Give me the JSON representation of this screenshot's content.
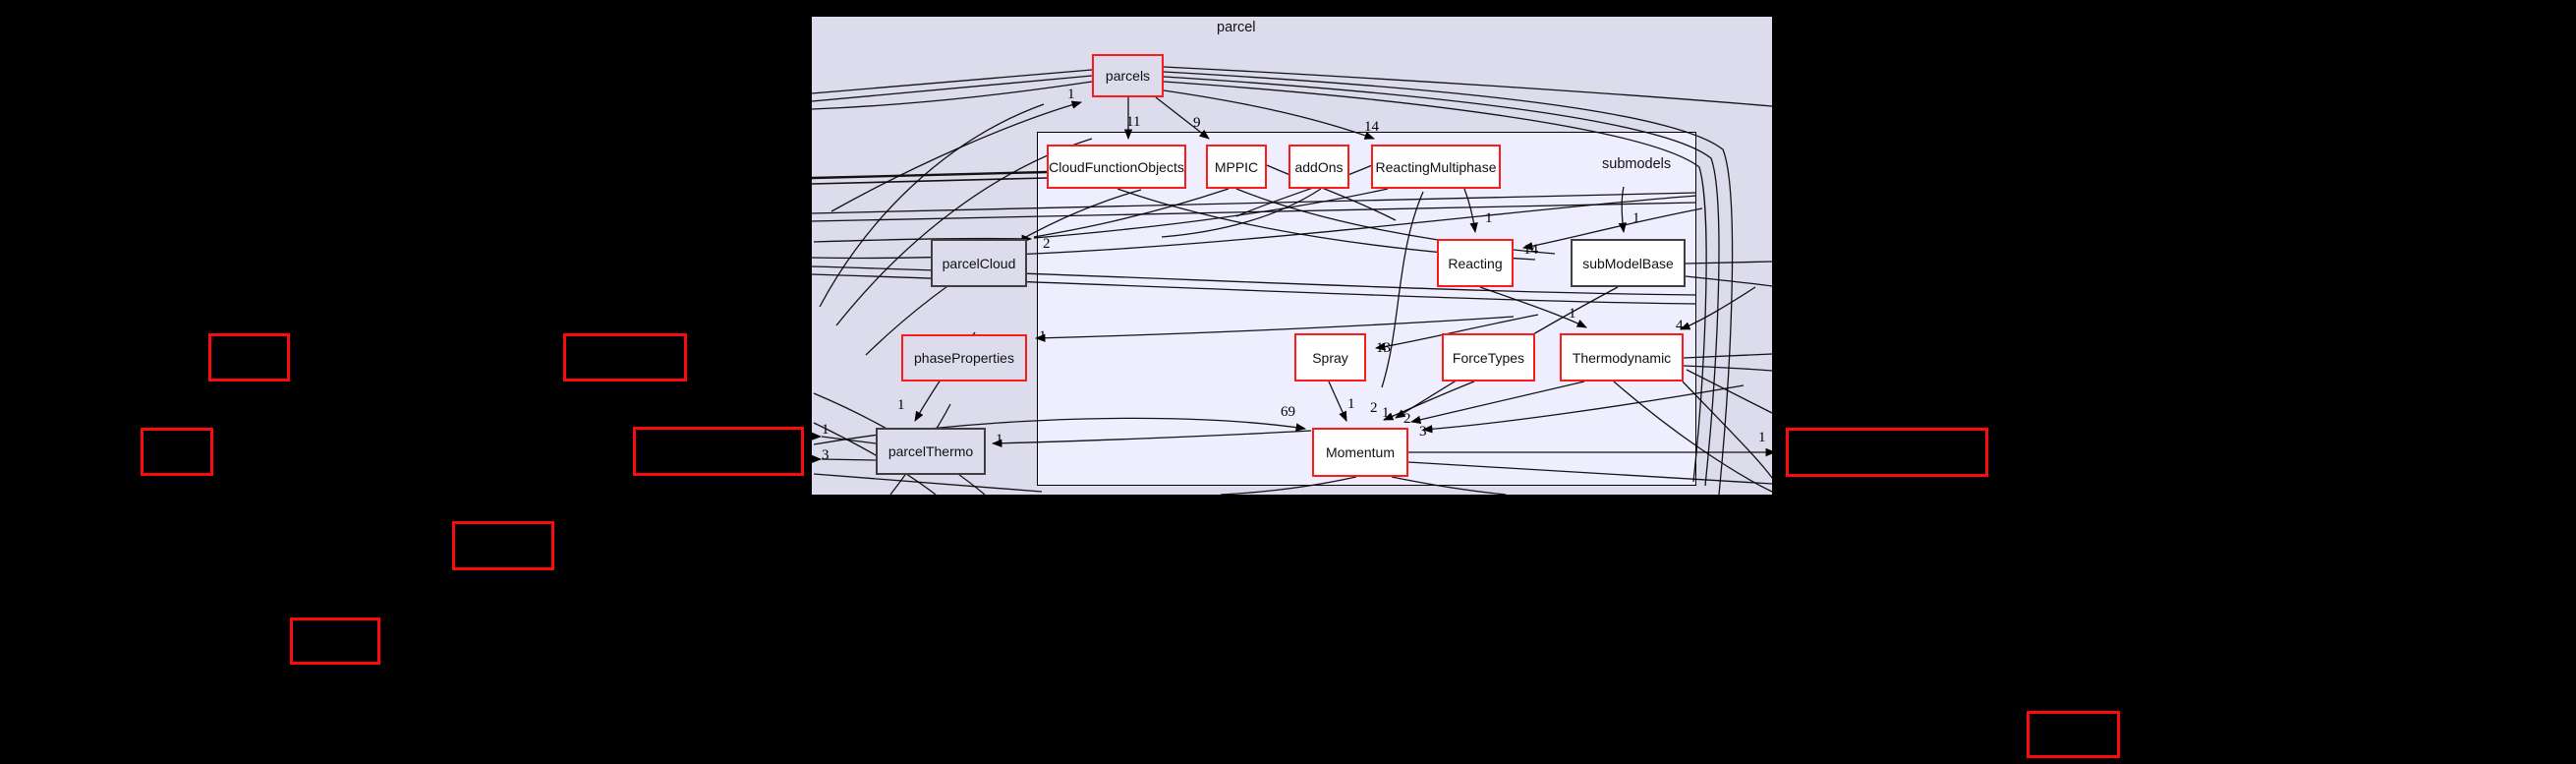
{
  "diagram": {
    "title": "parcel",
    "inner_cluster_label": "submodels",
    "type": "directory-dependency-graph"
  },
  "nodes": [
    {
      "label": "parcels",
      "border": "red",
      "container": "parcel"
    },
    {
      "label": "CloudFunctionObjects",
      "border": "red",
      "container": "submodels"
    },
    {
      "label": "MPPIC",
      "border": "red",
      "container": "submodels"
    },
    {
      "label": "addOns",
      "border": "red",
      "container": "submodels"
    },
    {
      "label": "ReactingMultiphase",
      "border": "red",
      "container": "submodels"
    },
    {
      "label": "parcelCloud",
      "border": "dark",
      "container": "parcel"
    },
    {
      "label": "Reacting",
      "border": "red",
      "container": "submodels"
    },
    {
      "label": "subModelBase",
      "border": "dark",
      "container": "submodels"
    },
    {
      "label": "phaseProperties",
      "border": "red",
      "container": "parcel"
    },
    {
      "label": "Spray",
      "border": "red",
      "container": "submodels"
    },
    {
      "label": "ForceTypes",
      "border": "red",
      "container": "submodels"
    },
    {
      "label": "Thermodynamic",
      "border": "red",
      "container": "submodels"
    },
    {
      "label": "parcelThermo",
      "border": "dark",
      "container": "parcel"
    },
    {
      "label": "Momentum",
      "border": "red",
      "container": "submodels"
    }
  ],
  "external_nodes": [
    {
      "label": ""
    },
    {
      "label": ""
    },
    {
      "label": ""
    },
    {
      "label": ""
    },
    {
      "label": ""
    },
    {
      "label": ""
    },
    {
      "label": ""
    },
    {
      "label": ""
    }
  ],
  "edge_labels": [
    "1",
    "11",
    "9",
    "14",
    "2",
    "1",
    "14",
    "1",
    "1",
    "13",
    "1",
    "4",
    "69",
    "1",
    "2",
    "1",
    "2",
    "3",
    "1",
    "1",
    "1",
    "3",
    "1"
  ],
  "colors": {
    "page_background": "#000000",
    "cluster_fill": "#dcdcec",
    "inner_cluster_fill": "#eeeeff",
    "node_fill": "#ffffff",
    "red_border": "#fb1b1b",
    "dark_border": "#3f3f3f",
    "edge": "#000000",
    "text": "#111111"
  }
}
